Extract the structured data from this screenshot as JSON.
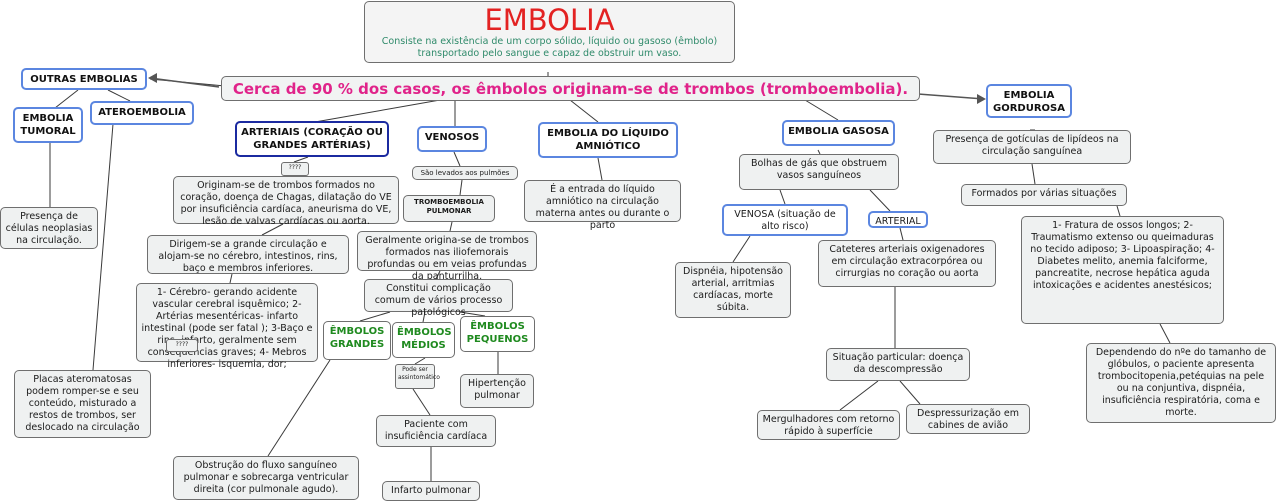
{
  "title": {
    "main": "EMBOLIA",
    "subtitle": "Consiste na existência de um corpo sólido, líquido ou gasoso (êmbolo) transportado pelo sangue e capaz de obstruir um vaso."
  },
  "central": "Cerca de 90 % dos casos, os êmbolos originam-se de trombos (tromboembolia).",
  "left": {
    "outras": "OUTRAS EMBOLIAS",
    "tumoral": "EMBOLIA TUMORAL",
    "tumoral_desc": "Presença de células neoplasias na circulação.",
    "atero": "ATEROEMBOLIA",
    "atero_desc": "Placas ateromatosas podem romper-se e seu conteúdo, misturado a restos de trombos, ser deslocado na circulação"
  },
  "arteriais": {
    "header": "ARTERIAIS (CORAÇÃO OU GRANDES ARTÉRIAS)",
    "q1": "????",
    "origin": "Originam-se de trombos formados no coração, doença de Chagas, dilatação do VE por insuficiência cardíaca, aneurisma do VE, lesão de valvas cardíacas ou aorta.",
    "dirigem": "Dirigem-se a grande circulação e alojam-se no cérebro, intestinos, rins, baço e membros inferiores.",
    "list": "1- Cérebro- gerando acidente vascular cerebral isquêmico; 2- Artérias mesentéricas- infarto intestinal (pode ser fatal ); 3-Baço e rins- infarto, geralmente sem consequencias graves; 4- Mebros inferiores- isquemia, dor;",
    "q2": "????"
  },
  "venosos": {
    "header": "VENOSOS",
    "sao": "São levados aos pulmões",
    "trombo": "TROMBOEMBOLIA PULMONAR",
    "origina": "Geralmente origina-se de trombos formados nas iliofemorais profundas ou em veias profundas da panturrilha.",
    "complicacao": "Constitui complicação comum de vários processo patológicos",
    "grandes": "ÊMBOLOS GRANDES",
    "medios": "ÊMBOLOS MÉDIOS",
    "pequenos": "ÊMBOLOS PEQUENOS",
    "assint": "Pode ser assintomático",
    "hiper": "Hipertenção pulmonar",
    "paciente": "Paciente com insuficiência cardíaca",
    "infarto": "Infarto pulmonar",
    "obstrucao": "Obstrução do fluxo sanguíneo pulmonar e sobrecarga ventricular direita (cor pulmonale agudo)."
  },
  "amniotico": {
    "header": "EMBOLIA DO LÍQUIDO AMNIÓTICO",
    "desc": "É a entrada do líquido amniótico na circulação materna antes ou durante o parto"
  },
  "gasosa": {
    "header": "EMBOLIA GASOSA",
    "bolhas": "Bolhas de gás que obstruem vasos sanguíneos",
    "venosa": "VENOSA (situação de alto risco)",
    "arterial": "ARTERIAL",
    "dispneia": "Dispnéia, hipotensão arterial, arritmias cardíacas, morte súbita.",
    "cateteres": "Cateteres arteriais oxigenadores em circulação extracorpórea ou cirrurgias no coração ou aorta",
    "situacao": "Situação particular: doença da descompressão",
    "mergulhadores": "Mergulhadores com retorno rápido à superfície",
    "despress": "Despressurização em cabines de avião"
  },
  "gordurosa": {
    "header": "EMBOLIA GORDUROSA",
    "presenca": "Presença de gotículas de lipídeos na circulação sanguínea",
    "formados": "Formados por várias situações",
    "lista": "1- Fratura de ossos longos; 2- Traumatismo extenso ou queimaduras no tecido adiposo; 3- Lipoaspiração; 4- Diabetes melito, anemia falciforme, pancreatite, necrose hepática aguda intoxicações e acidentes anestésicos;",
    "dependendo": "Dependendo do nºe do tamanho de glóbulos, o paciente apresenta trombocitopenia,petéquias na pele ou na conjuntiva, dispnéia, insuficiência respiratória, coma e morte."
  }
}
